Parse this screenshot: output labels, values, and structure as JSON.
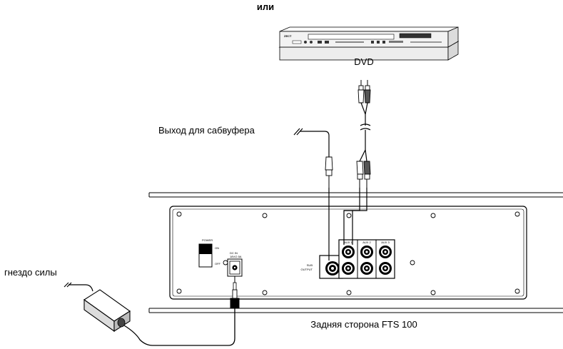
{
  "labels": {
    "or": "или",
    "dvd": "DVD",
    "sub_output_caption": "Выход для сабвуфера",
    "power_socket": "гнездо силы",
    "rear_panel": "Задняя сторона FTS 100"
  },
  "panel": {
    "power": "POWER",
    "on": "ON",
    "off": "OFF",
    "dc_in": "DC IN",
    "dc_spec": "18V/2.5A",
    "sub_output_1": "SUB",
    "sub_output_2": "OUTPUT",
    "aux1": "AUX 1",
    "aux2": "AUX 2",
    "aux3": "AUX 3"
  },
  "dvd_player": {
    "brand": "ZECT"
  }
}
